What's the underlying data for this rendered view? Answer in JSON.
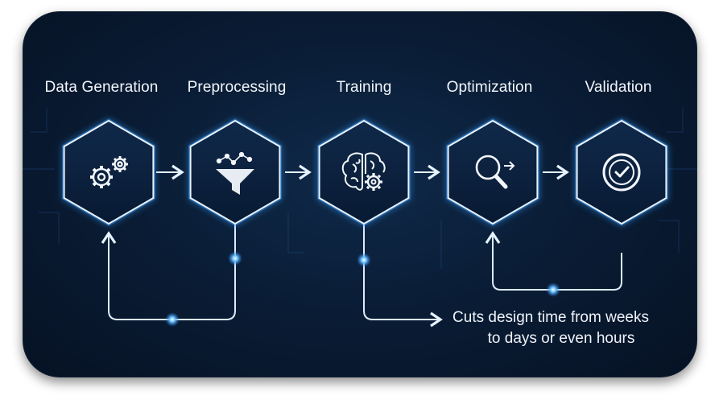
{
  "stages": [
    {
      "label": "Data Generation",
      "icon": "gears-icon"
    },
    {
      "label": "Preprocessing",
      "icon": "funnel-icon"
    },
    {
      "label": "Training",
      "icon": "brain-gear-icon"
    },
    {
      "label": "Optimization",
      "icon": "magnifier-arrow-icon"
    },
    {
      "label": "Validation",
      "icon": "check-circle-icon"
    }
  ],
  "caption": {
    "line1": "Cuts design time from weeks",
    "line2": "to days or even hours"
  },
  "colors": {
    "background": "#0a1d36",
    "glow": "#3aa0ff",
    "line": "#cfe6ff",
    "text": "#f2f6fb"
  }
}
